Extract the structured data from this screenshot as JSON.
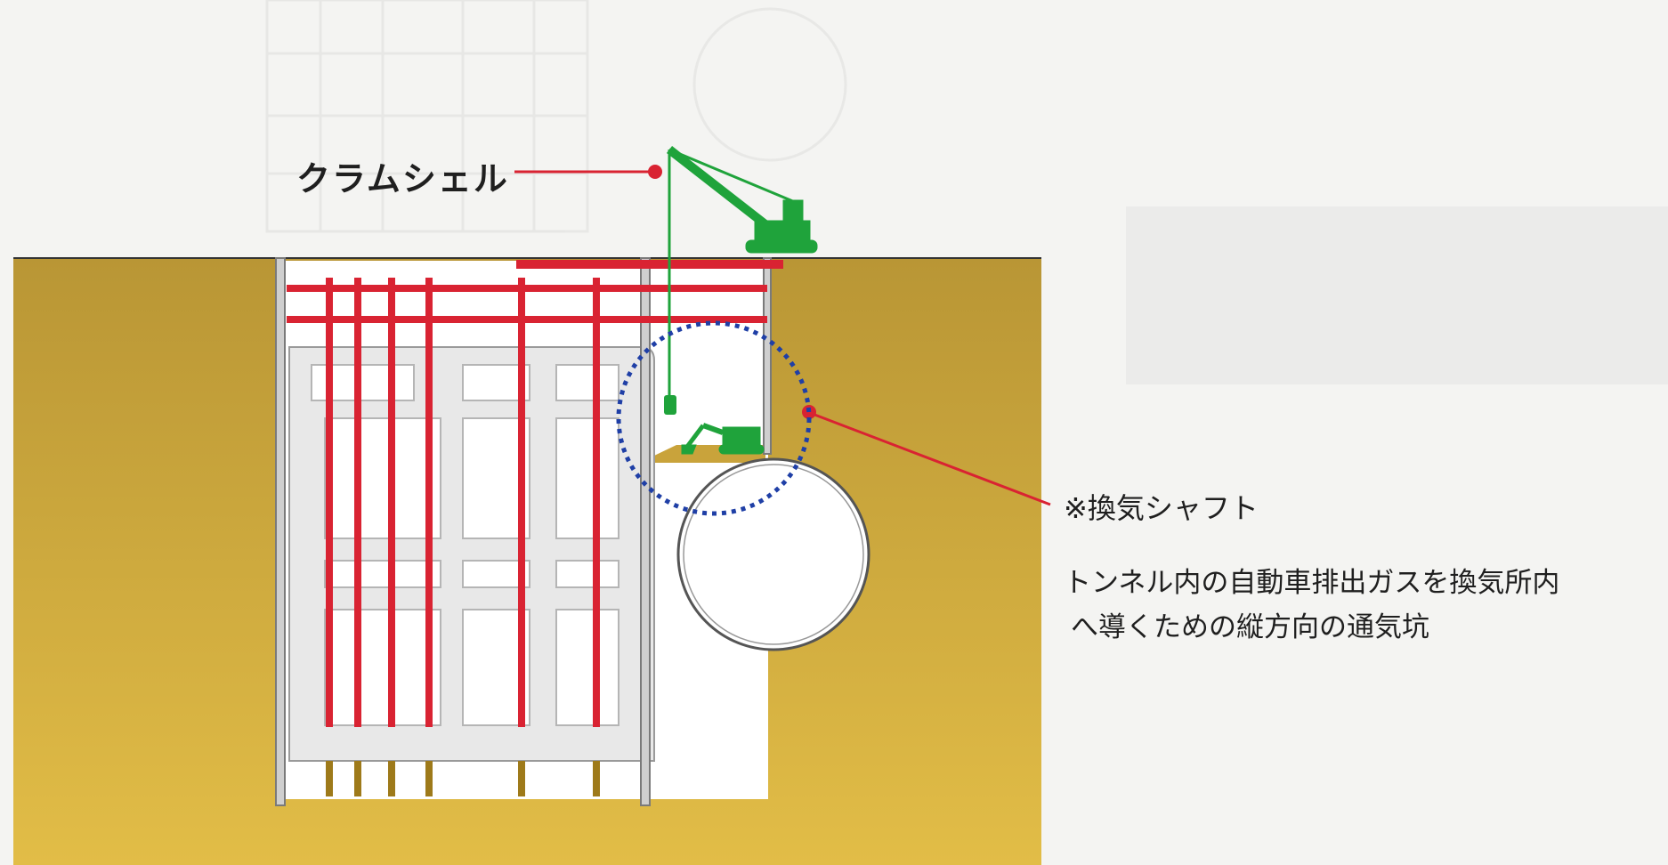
{
  "labels": {
    "clamshell": "クラムシェル",
    "shaft_title": "※換気シャフト",
    "shaft_desc_line1": "トンネル内の自動車排出ガスを換気所内",
    "shaft_desc_line2": "へ導くための縦方向の通気坑"
  },
  "colors": {
    "soil_top": "#b99635",
    "soil_bottom": "#e2bd47",
    "strut_red": "#d92332",
    "machine_green": "#1fa33b",
    "highlight_blue": "#1f3fa6",
    "concrete": "#e8e8e8",
    "wall_outline": "#8c8c8c",
    "background": "#f4f4f2"
  },
  "icons": {
    "crane": "crawler-crane-icon",
    "excavator": "excavator-icon",
    "clamshell_bucket": "clamshell-bucket-icon"
  }
}
